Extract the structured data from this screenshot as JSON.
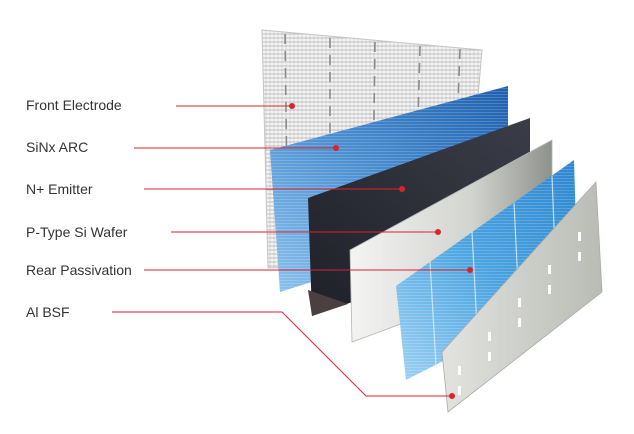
{
  "diagram": {
    "layers": [
      {
        "label": "Front Electrode"
      },
      {
        "label": "SiNx ARC"
      },
      {
        "label": "N+ Emitter"
      },
      {
        "label": "P-Type Si Wafer"
      },
      {
        "label": "Rear Passivation"
      },
      {
        "label": "Al BSF"
      }
    ],
    "colors": {
      "leader_line": "#d9232d",
      "front_electrode": "#f2f2f2",
      "sinx_arc": "#3f86c9",
      "n_emitter": "#2b2d36",
      "p_wafer": "#d9dbd8",
      "rear_passivation": "#4aa3e0",
      "al_bsf": "#c8cac4"
    }
  }
}
